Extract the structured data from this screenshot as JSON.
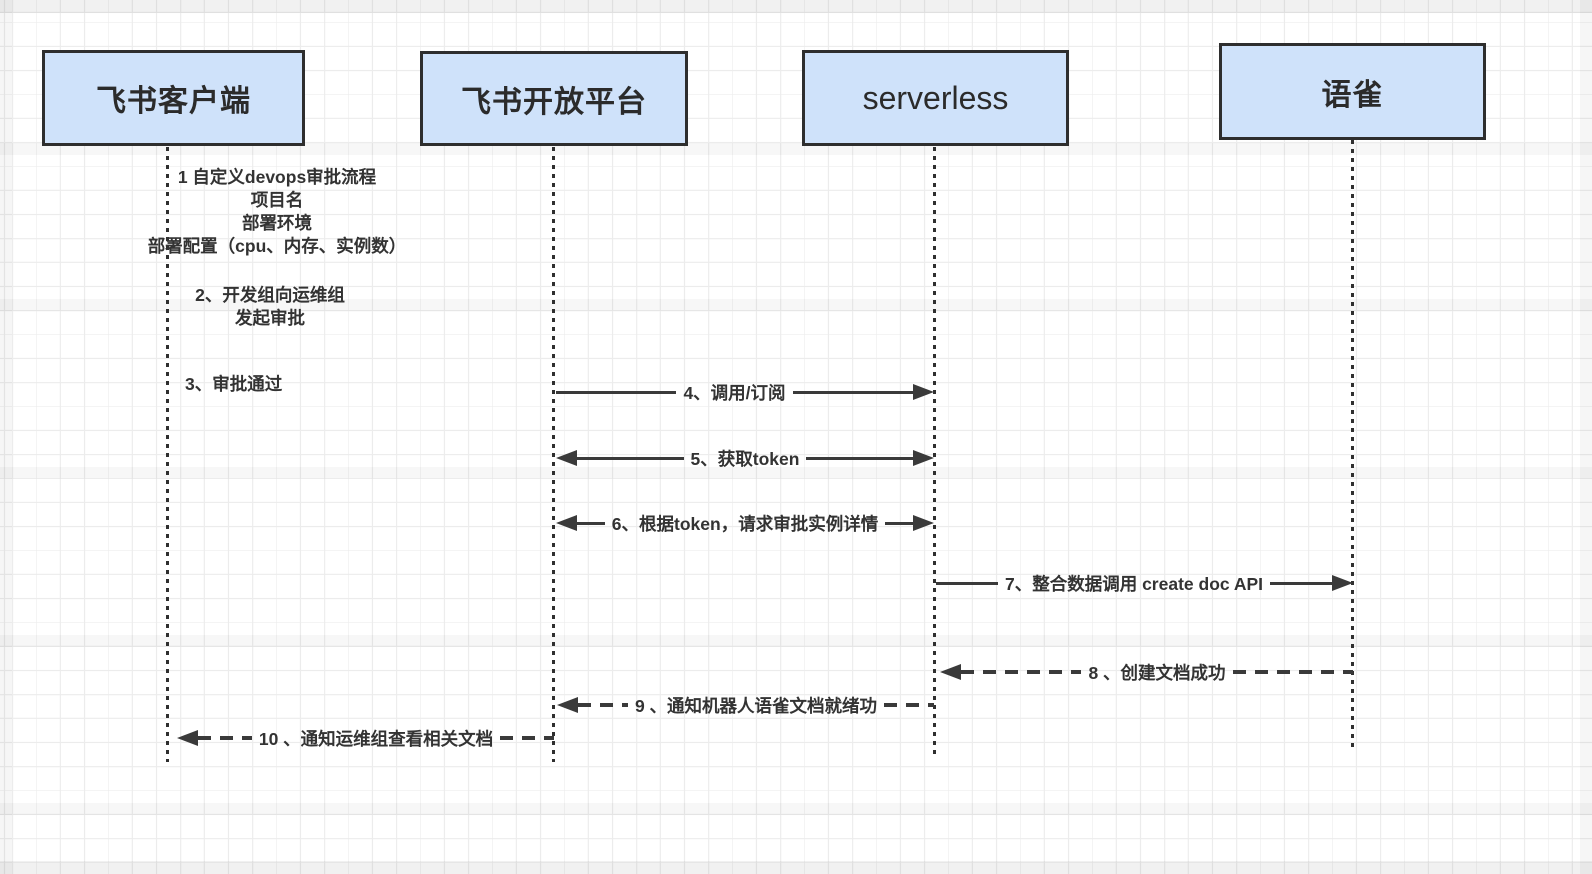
{
  "diagram": {
    "actors": [
      {
        "label": "飞书客户端"
      },
      {
        "label": "飞书开放平台"
      },
      {
        "label": "serverless"
      },
      {
        "label": "语雀"
      }
    ],
    "notes": [
      {
        "lines": [
          "1 自定义devops审批流程",
          "项目名",
          "部署环境",
          "部署配置（cpu、内存、实例数）"
        ]
      },
      {
        "lines": [
          "2、开发组向运维组",
          "发起审批"
        ]
      },
      {
        "lines": [
          "3、审批通过"
        ]
      }
    ],
    "messages": [
      {
        "label": "4、调用/订阅",
        "from": "飞书开放平台",
        "to": "serverless",
        "line": "solid",
        "arrows": "right"
      },
      {
        "label": "5、获取token",
        "from": "飞书开放平台",
        "to": "serverless",
        "line": "solid",
        "arrows": "both"
      },
      {
        "label": "6、根据token，请求审批实例详情",
        "from": "飞书开放平台",
        "to": "serverless",
        "line": "solid",
        "arrows": "both"
      },
      {
        "label": "7、整合数据调用 create doc API",
        "from": "serverless",
        "to": "语雀",
        "line": "solid",
        "arrows": "right"
      },
      {
        "label": "8 、创建文档成功",
        "from": "语雀",
        "to": "serverless",
        "line": "dashed",
        "arrows": "left"
      },
      {
        "label": "9 、通知机器人语雀文档就绪功",
        "from": "serverless",
        "to": "飞书开放平台",
        "line": "dashed",
        "arrows": "left"
      },
      {
        "label": "10 、通知运维组查看相关文档",
        "from": "飞书开放平台",
        "to": "飞书客户端",
        "line": "dashed",
        "arrows": "left"
      }
    ],
    "colors": {
      "actor_fill": "#cfe2fa",
      "actor_border": "#2e2e2e",
      "line": "#3a3a3a",
      "grid_line": "#ececec",
      "background": "#ffffff"
    }
  }
}
